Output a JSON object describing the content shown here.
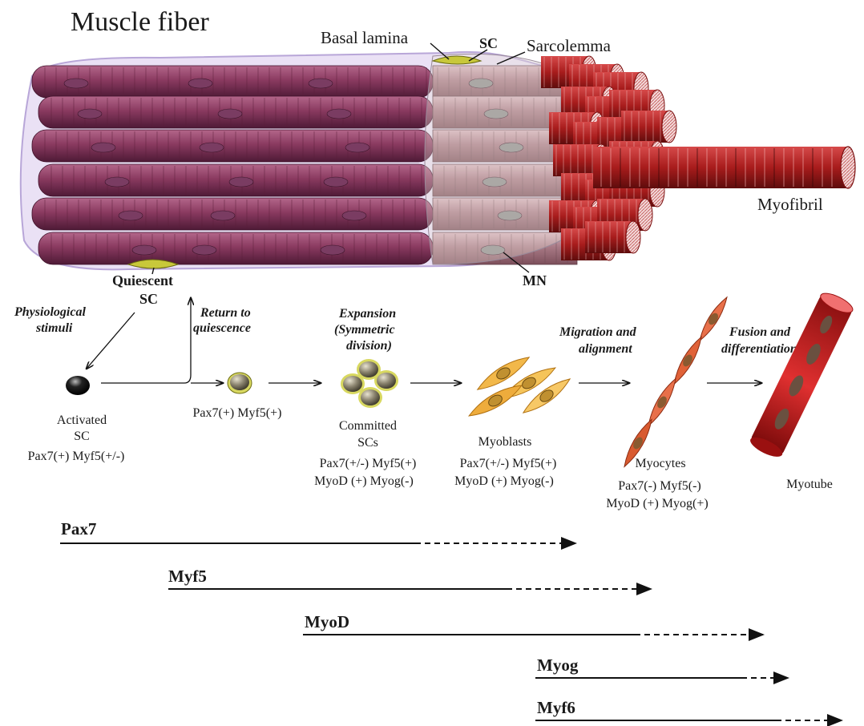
{
  "title": "Muscle fiber",
  "labels": {
    "basal_lamina": "Basal lamina",
    "sc": "SC",
    "sarcolemma": "Sarcolemma",
    "myofibril": "Myofibril",
    "mn": "MN",
    "quiescent_sc_line1": "Quiescent",
    "quiescent_sc_line2": "SC"
  },
  "arrows": {
    "physiological_line1": "Physiological",
    "physiological_line2": "stimuli",
    "return_line1": "Return to",
    "return_line2": "quiescence",
    "expansion_line1": "Expansion",
    "expansion_line2": "(Symmetric",
    "expansion_line3": "division)",
    "migration_line1": "Migration and",
    "migration_line2": "alignment",
    "fusion_line1": "Fusion and",
    "fusion_line2": "differentiation"
  },
  "stages": {
    "activated_line1": "Activated",
    "activated_line2": "SC",
    "activated_line3": "Pax7(+) Myf5(+/-)",
    "renewed_line1": "Pax7(+) Myf5(+)",
    "committed_line1": "Committed",
    "committed_line2": "SCs",
    "committed_line3": "Pax7(+/-) Myf5(+)",
    "committed_line4": "MyoD (+) Myog(-)",
    "myoblasts_line1": "Myoblasts",
    "myoblasts_line2": "Pax7(+/-) Myf5(+)",
    "myoblasts_line3": "MyoD (+) Myog(-)",
    "myocytes_line1": "Myocytes",
    "myocytes_line2": "Pax7(-) Myf5(-)",
    "myocytes_line3": "MyoD (+) Myog(+)",
    "myotube_line1": "Myotube"
  },
  "genes": {
    "pax7": "Pax7",
    "myf5": "Myf5",
    "myod": "MyoD",
    "myog": "Myog",
    "myf6": "Myf6"
  },
  "colors": {
    "fiber": "#8c3a5e",
    "fiber_dark": "#5e2040",
    "myofibril": "#a01818",
    "membrane": "#c8b8e0",
    "myoblast": "#f0b040",
    "myocyte": "#e06030",
    "myotube": "#c81818"
  }
}
